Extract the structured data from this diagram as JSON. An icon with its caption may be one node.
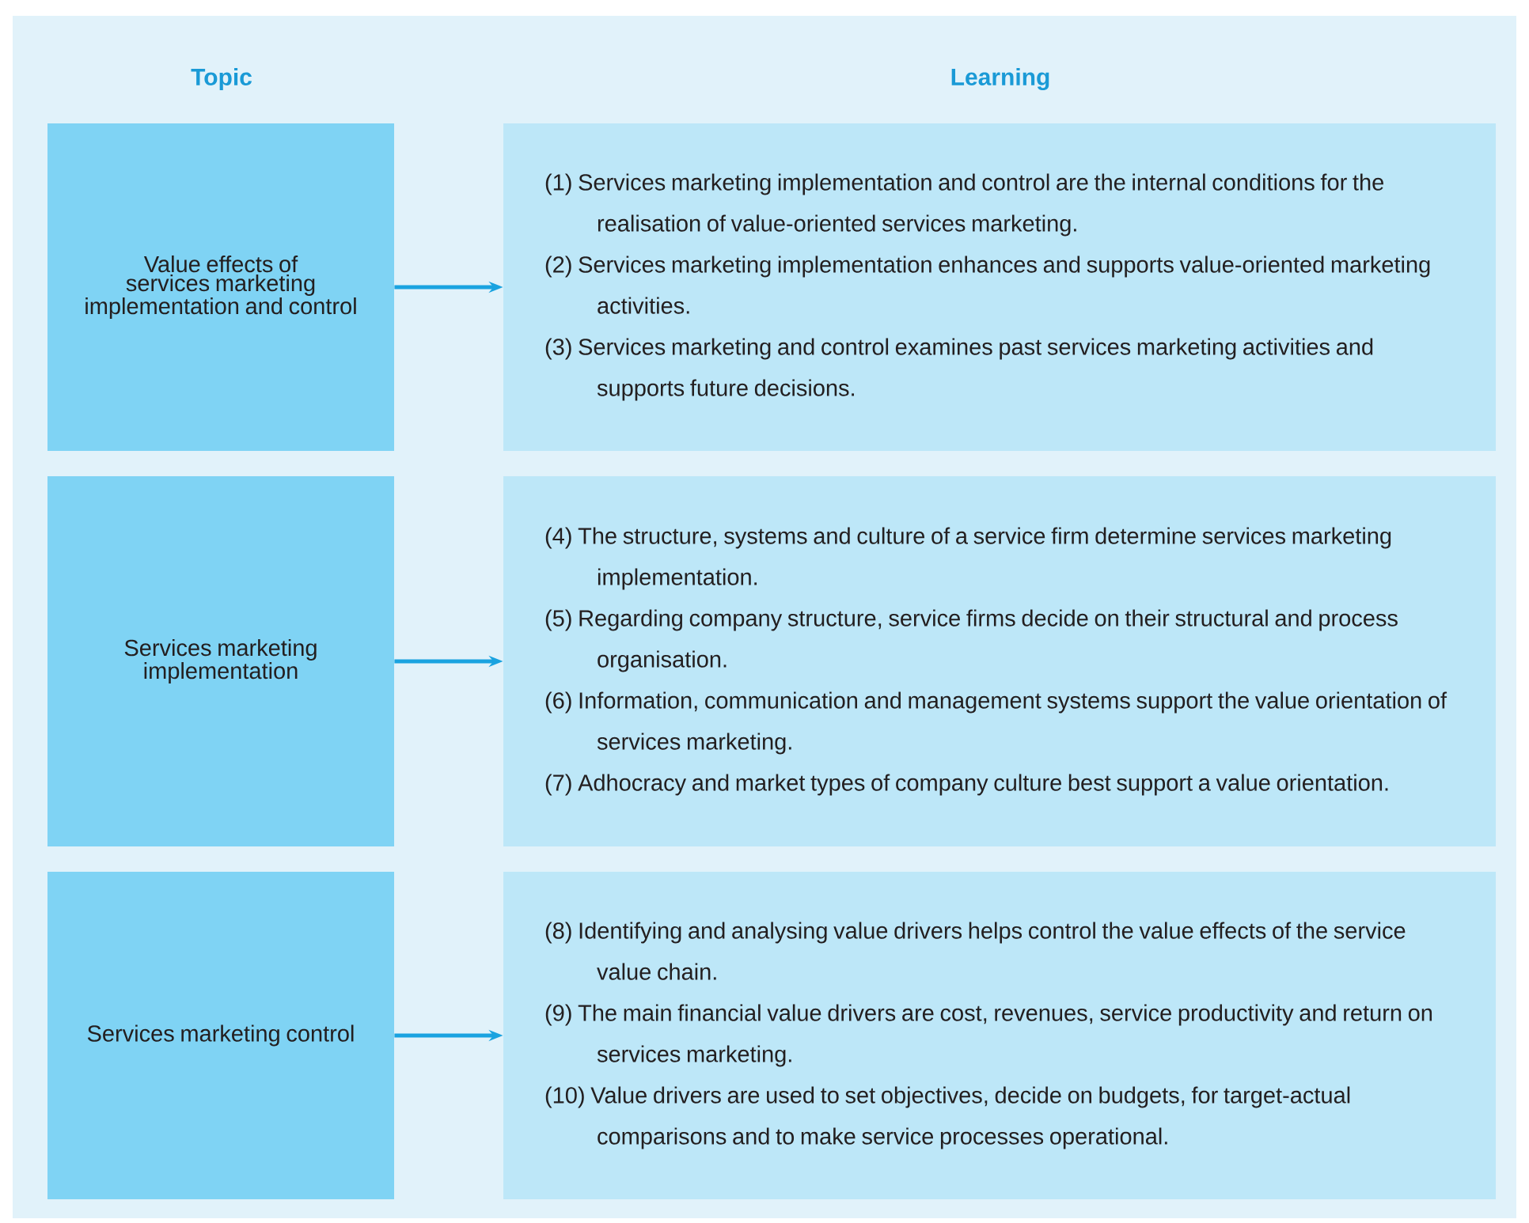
{
  "diagram": {
    "nodes": [
      {
        "text": [
          "Value effects of services marketing implementation and control"
        ]
      },
      {
        "text": [
          "(1) Services marketing implementation and control are the internal conditions for the realisation of value-oriented services marketing.",
          "(2) Services marketing implementation enhances and supports value-oriented marketing activities.",
          "(3) Services marketing and control examines past services marketing activities and supports future decisions."
        ]
      },
      {
        "text": [
          "Services marketing implementation"
        ]
      },
      {
        "text": [
          "(4) The structure, systems and culture of a service firm determine services marketing implementation.",
          "(5) Regarding company structure, service firms decide on their structural and process organisation.",
          "(6) Information, communication and management systems support the value orientation of services marketing.",
          "(7) Adhocracy and market types of company culture best support a value orientation."
        ]
      },
      {
        "text": [
          "Services marketing control"
        ]
      },
      {
        "text": [
          "(8) Identifying and analysing value drivers helps control the value effects of the service value chain.",
          "(9) The main financial value drivers are cost, revenues, service productivity and return on services marketing.",
          "(10) Value drivers are used to set objectives, decide on budgets, for target-actual comparisons and to make service processes operational."
        ]
      }
    ],
    "edges": [
      {
        "from": 0,
        "to": 1,
        "arrow": "to"
      },
      {
        "from": 2,
        "to": 3,
        "arrow": "to"
      },
      {
        "from": 4,
        "to": 5,
        "arrow": "to"
      }
    ],
    "labels": [
      "Topic",
      "Learning"
    ]
  }
}
